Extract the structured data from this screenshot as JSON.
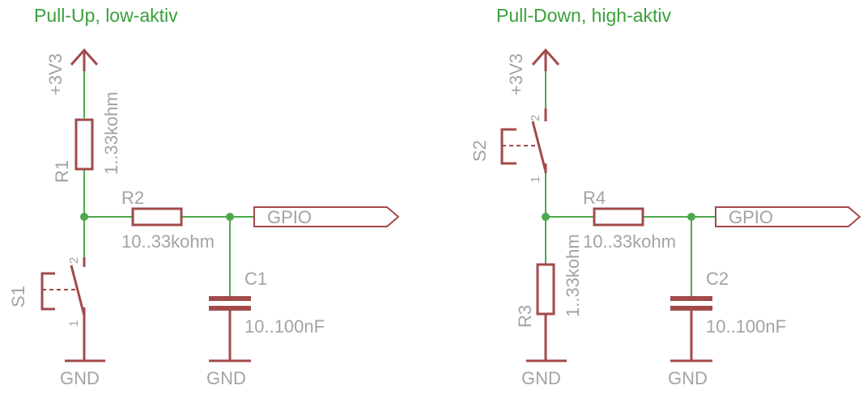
{
  "left": {
    "title": "Pull-Up, low-aktiv",
    "supply": "+3V3",
    "r1": {
      "name": "R1",
      "value": "1..33kohm"
    },
    "r2": {
      "name": "R2",
      "value": "10..33kohm"
    },
    "c1": {
      "name": "C1",
      "value": "10..100nF"
    },
    "s1": {
      "name": "S1",
      "pin_top": "2",
      "pin_bottom": "1"
    },
    "gpio": "GPIO",
    "gnd_switch": "GND",
    "gnd_cap": "GND"
  },
  "right": {
    "title": "Pull-Down, high-aktiv",
    "supply": "+3V3",
    "s2": {
      "name": "S2",
      "pin_top": "2",
      "pin_bottom": "1"
    },
    "r3": {
      "name": "R3",
      "value": "1..33kohm"
    },
    "r4": {
      "name": "R4",
      "value": "10..33kohm"
    },
    "c2": {
      "name": "C2",
      "value": "10..100nF"
    },
    "gpio": "GPIO",
    "gnd_resistor": "GND",
    "gnd_cap": "GND"
  },
  "colors": {
    "wire": "#4ca84c",
    "component": "#a24a4a",
    "label": "#a3a3a3",
    "title": "#3aa03a"
  }
}
